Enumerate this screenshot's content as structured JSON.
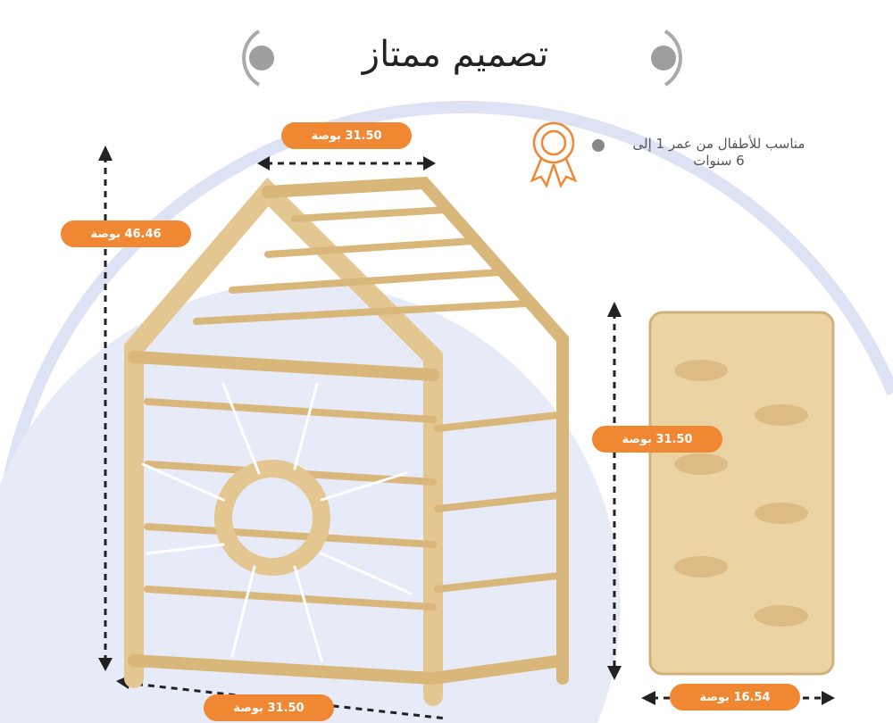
{
  "title": "تصميم ممتاز",
  "feature": {
    "icon": "award-ribbon-icon",
    "text_line1": "مناسب للأطفال من عمر 1 إلى",
    "text_line2": "6 سنوات"
  },
  "dimensions": {
    "house_width_top": "31.50 بوصة",
    "house_height": "46.46 بوصة",
    "house_depth_bottom": "31.50 بوصة",
    "ramp_length": "31.50 بوصة",
    "ramp_width": "16.54 بوصة"
  },
  "colors": {
    "accent": "#f08732",
    "wood": "#e8cf9f",
    "background_shape": "#e7ebf8"
  }
}
